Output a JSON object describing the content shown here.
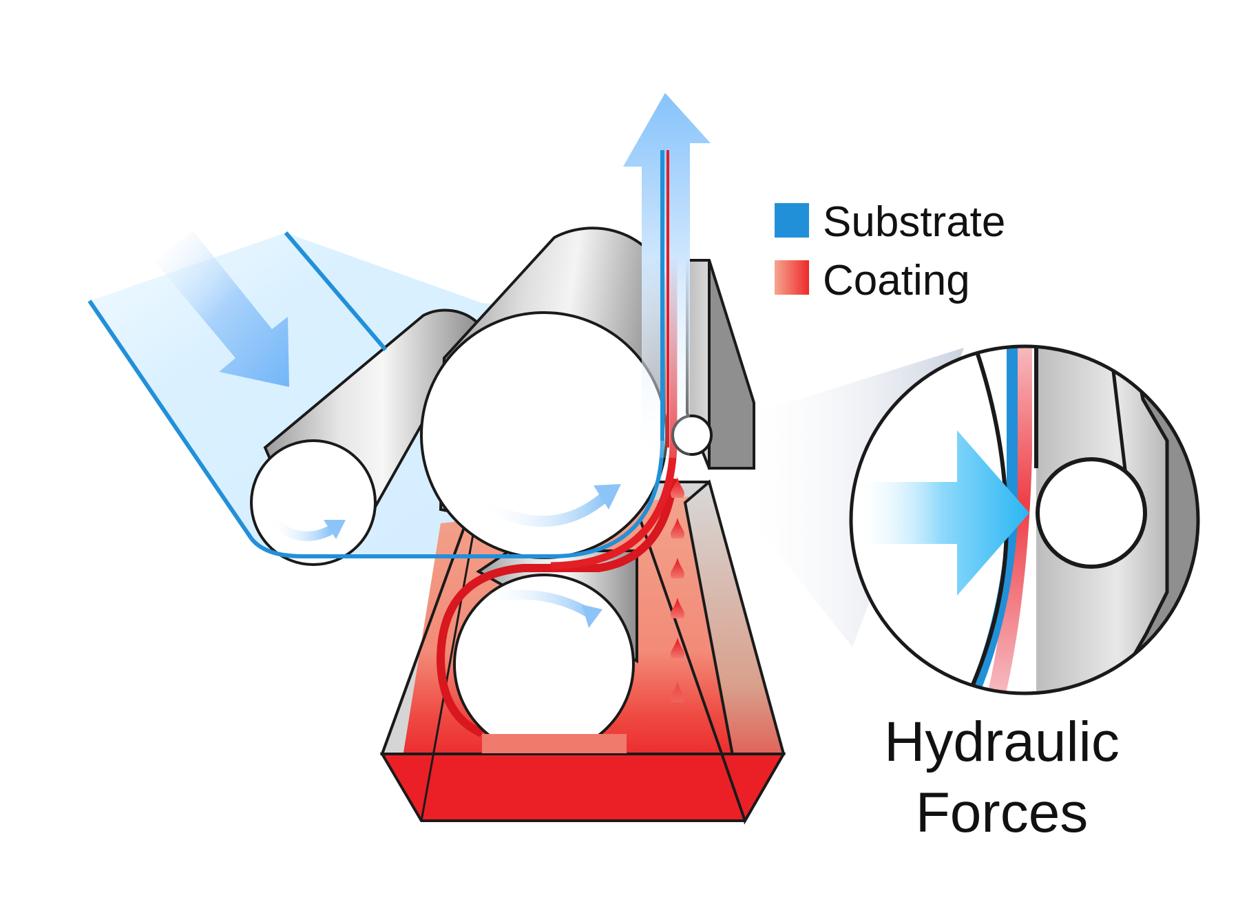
{
  "legend": {
    "items": [
      {
        "label": "Substrate",
        "color": "#2290d8"
      },
      {
        "label": "Coating",
        "color": "#ee2a2a"
      }
    ]
  },
  "caption": {
    "line1": "Hydraulic",
    "line2": "Forces"
  },
  "colors": {
    "substrate": "#2290d8",
    "coating": "#ee2a2a",
    "arrow": "#8cc4f8",
    "arrow_bright": "#3bb8f5",
    "outline": "#1a1a1a"
  }
}
